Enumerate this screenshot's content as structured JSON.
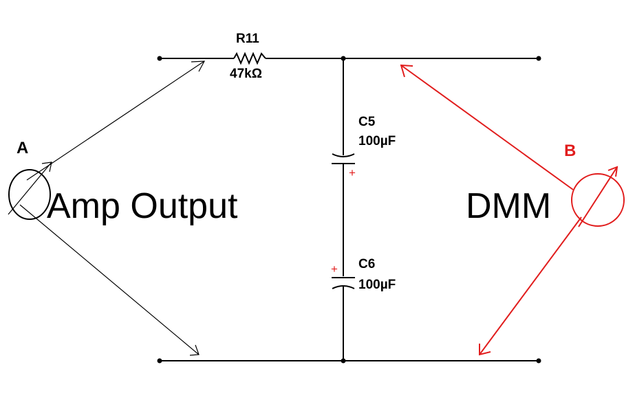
{
  "components": {
    "r11": {
      "name": "R11",
      "value": "47kΩ"
    },
    "c5": {
      "name": "C5",
      "value": "100µF",
      "polarity": "+"
    },
    "c6": {
      "name": "C6",
      "value": "100µF",
      "polarity": "+"
    }
  },
  "source": {
    "letter": "A",
    "label": "Amp Output",
    "color": "#000000"
  },
  "meter": {
    "letter": "B",
    "label": "DMM",
    "color": "#e11d1d"
  }
}
